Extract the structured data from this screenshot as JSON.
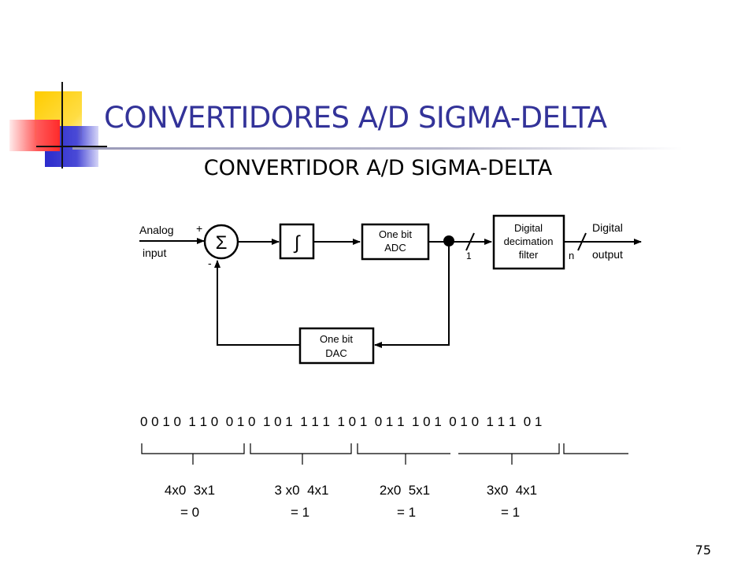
{
  "slide": {
    "title": "CONVERTIDORES A/D SIGMA-DELTA",
    "subtitle": "CONVERTIDOR A/D SIGMA-DELTA",
    "page_number": "75"
  },
  "diagram": {
    "input_label_1": "Analog",
    "input_label_2": "input",
    "plus_sign": "+",
    "minus_sign": "-",
    "summer_symbol": "Σ",
    "integrator_symbol": "∫",
    "adc_label_1": "One bit",
    "adc_label_2": "ADC",
    "bus_width_in": "1",
    "filter_label_1": "Digital",
    "filter_label_2": "decimation",
    "filter_label_3": "filter",
    "bus_width_out": "n",
    "output_label_1": "Digital",
    "output_label_2": "output",
    "dac_label_1": "One bit",
    "dac_label_2": "DAC"
  },
  "bitstream": {
    "bits": "0 0 1 0  1 1 0  0 1 0  1 0 1  1 1 1  1 0 1  0 1 1  1 0 1  0 1 0  1 1 1  0 1",
    "groups": [
      {
        "line1": "4x0  3x1",
        "line2": "= 0"
      },
      {
        "line1": "3 x0  4x1",
        "line2": "= 1"
      },
      {
        "line1": "2x0  5x1",
        "line2": "= 1"
      },
      {
        "line1": "3x0  4x1",
        "line2": "= 1"
      }
    ]
  },
  "colors": {
    "title": "#333399",
    "deco_yellow": "#ffcc00",
    "deco_blue": "#3333cc",
    "deco_red": "#ff3333"
  }
}
